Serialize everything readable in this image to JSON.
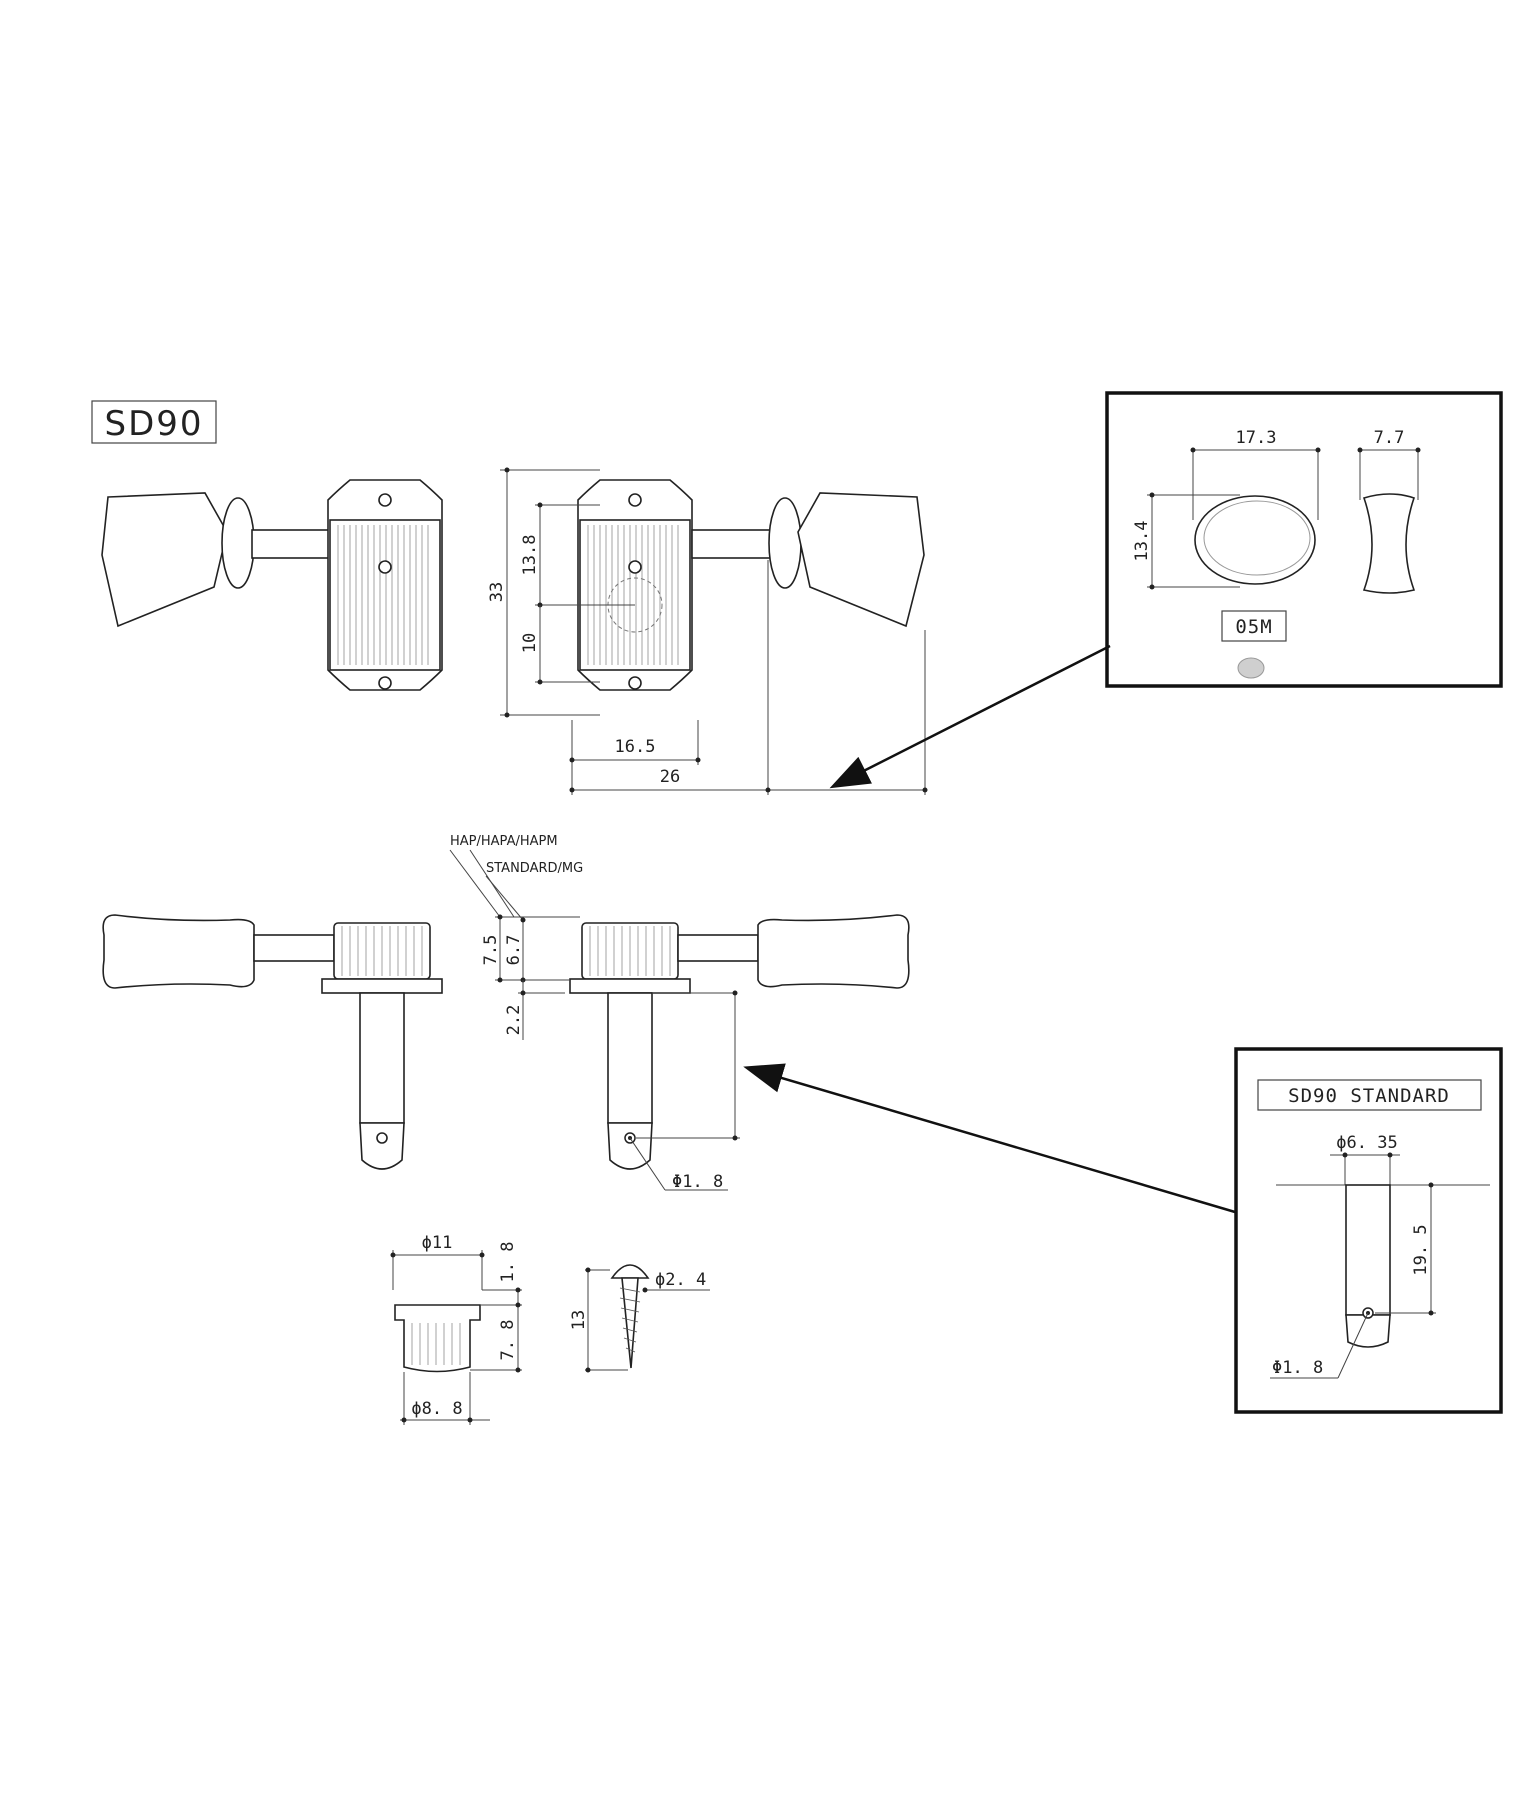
{
  "title": "SD90",
  "top_view": {
    "dims": {
      "height_total": "33",
      "upper": "13.8",
      "lower": "10",
      "width_housing": "16.5",
      "width_total": "26"
    }
  },
  "inset_button": {
    "width": "17.3",
    "height": "13.4",
    "thickness": "7.7",
    "label": "05M"
  },
  "side_view": {
    "label_hap": "HAP/HAPA/HAPM",
    "label_std": "STANDARD/MG",
    "dim_hap": "7.5",
    "dim_std": "6.7",
    "dim_flange": "2.2",
    "hole": "Φ1. 8"
  },
  "bushing": {
    "top_dia": "ϕ11",
    "flange": "1. 8",
    "body": "7. 8",
    "bottom_dia": "ϕ8. 8"
  },
  "screw": {
    "head_dia": "ϕ2. 4",
    "length": "13"
  },
  "inset_post": {
    "title": "SD90 STANDARD",
    "dia": "ϕ6. 35",
    "length": "19. 5",
    "hole": "Φ1. 8"
  },
  "colors": {
    "line": "#222222",
    "background": "#ffffff"
  }
}
